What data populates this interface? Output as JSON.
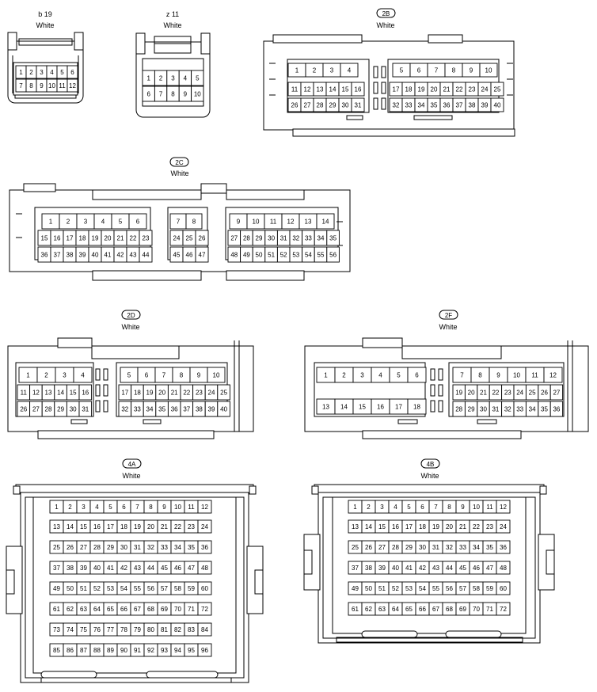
{
  "title": "",
  "connectors": [
    {
      "id": "b19",
      "label": "b 19",
      "badge": false,
      "color": "White"
    },
    {
      "id": "z11",
      "label": "z 11",
      "badge": false,
      "color": "White"
    },
    {
      "id": "2B",
      "label": "2B",
      "badge": true,
      "color": "White"
    },
    {
      "id": "2C",
      "label": "2C",
      "badge": true,
      "color": "White"
    },
    {
      "id": "2D",
      "label": "2D",
      "badge": true,
      "color": "White"
    },
    {
      "id": "2F",
      "label": "2F",
      "badge": true,
      "color": "White"
    },
    {
      "id": "4A",
      "label": "4A",
      "badge": true,
      "color": "White"
    },
    {
      "id": "4B",
      "label": "4B",
      "badge": true,
      "color": "White"
    }
  ],
  "pins": {
    "b19": {
      "rows": [
        [
          1,
          2,
          3,
          4,
          5,
          6
        ],
        [
          7,
          8,
          9,
          10,
          11,
          12
        ]
      ]
    },
    "z11": {
      "rows": [
        [
          1,
          2,
          3,
          4,
          5
        ],
        [
          6,
          7,
          8,
          9,
          10
        ]
      ]
    },
    "2B": {
      "blocks": [
        [
          [
            1,
            2,
            3,
            4
          ],
          [
            11,
            12,
            13,
            14,
            15,
            16
          ],
          [
            26,
            27,
            28,
            29,
            30,
            31
          ]
        ],
        [
          [
            5,
            6,
            7,
            8,
            9,
            10
          ],
          [
            17,
            18,
            19,
            20,
            21,
            22,
            23,
            24,
            25
          ],
          [
            32,
            33,
            34,
            35,
            36,
            37,
            38,
            39,
            40
          ]
        ]
      ]
    },
    "2C": {
      "blocks": [
        [
          [
            1,
            2,
            3,
            4,
            5,
            6
          ],
          [
            15,
            16,
            17,
            18,
            19,
            20,
            21,
            22,
            23
          ],
          [
            36,
            37,
            38,
            39,
            40,
            41,
            42,
            43,
            44
          ]
        ],
        [
          [
            7,
            8
          ],
          [
            24,
            25,
            26
          ],
          [
            45,
            46,
            47
          ]
        ],
        [
          [
            9,
            10,
            11,
            12,
            13,
            14
          ],
          [
            27,
            28,
            29,
            30,
            31,
            32,
            33,
            34,
            35
          ],
          [
            48,
            49,
            50,
            51,
            52,
            53,
            54,
            55,
            56
          ]
        ]
      ]
    },
    "2D": {
      "blocks": [
        [
          [
            1,
            2,
            3,
            4
          ],
          [
            11,
            12,
            13,
            14,
            15,
            16
          ],
          [
            26,
            27,
            28,
            29,
            30,
            31
          ]
        ],
        [
          [
            5,
            6,
            7,
            8,
            9,
            10
          ],
          [
            17,
            18,
            19,
            20,
            21,
            22,
            23,
            24,
            25
          ],
          [
            32,
            33,
            34,
            35,
            36,
            37,
            38,
            39,
            40
          ]
        ]
      ]
    },
    "2F": {
      "blocks": [
        [
          [
            1,
            2,
            3,
            4,
            5,
            6
          ],
          [
            13,
            14,
            15,
            16,
            17,
            18
          ]
        ],
        [
          [
            7,
            8,
            9,
            10,
            11,
            12
          ],
          [
            19,
            20,
            21,
            22,
            23,
            24,
            25,
            26,
            27
          ],
          [
            28,
            29,
            30,
            31,
            32,
            33,
            34,
            35,
            36
          ]
        ]
      ]
    },
    "4A": {
      "rows": [
        [
          1,
          2,
          3,
          4,
          5,
          6,
          7,
          8,
          9,
          10,
          11,
          12
        ],
        [
          13,
          14,
          15,
          16,
          17,
          18,
          19,
          20,
          21,
          22,
          23,
          24
        ],
        [
          25,
          26,
          27,
          28,
          29,
          30,
          31,
          32,
          33,
          34,
          35,
          36
        ],
        [
          37,
          38,
          39,
          40,
          41,
          42,
          43,
          44,
          45,
          46,
          47,
          48
        ],
        [
          49,
          50,
          51,
          52,
          53,
          54,
          55,
          56,
          57,
          58,
          59,
          60
        ],
        [
          61,
          62,
          63,
          64,
          65,
          66,
          67,
          68,
          69,
          70,
          71,
          72
        ],
        [
          73,
          74,
          75,
          76,
          77,
          78,
          79,
          80,
          81,
          82,
          83,
          84
        ],
        [
          85,
          86,
          87,
          88,
          89,
          90,
          91,
          92,
          93,
          94,
          95,
          96
        ]
      ]
    },
    "4B": {
      "rows": [
        [
          1,
          2,
          3,
          4,
          5,
          6,
          7,
          8,
          9,
          10,
          11,
          12
        ],
        [
          13,
          14,
          15,
          16,
          17,
          18,
          19,
          20,
          21,
          22,
          23,
          24
        ],
        [
          25,
          26,
          27,
          28,
          29,
          30,
          31,
          32,
          33,
          34,
          35,
          36
        ],
        [
          37,
          38,
          39,
          40,
          41,
          42,
          43,
          44,
          45,
          46,
          47,
          48
        ],
        [
          49,
          50,
          51,
          52,
          53,
          54,
          55,
          56,
          57,
          58,
          59,
          60
        ],
        [
          61,
          62,
          63,
          64,
          65,
          66,
          67,
          68,
          69,
          70,
          71,
          72
        ]
      ]
    }
  }
}
